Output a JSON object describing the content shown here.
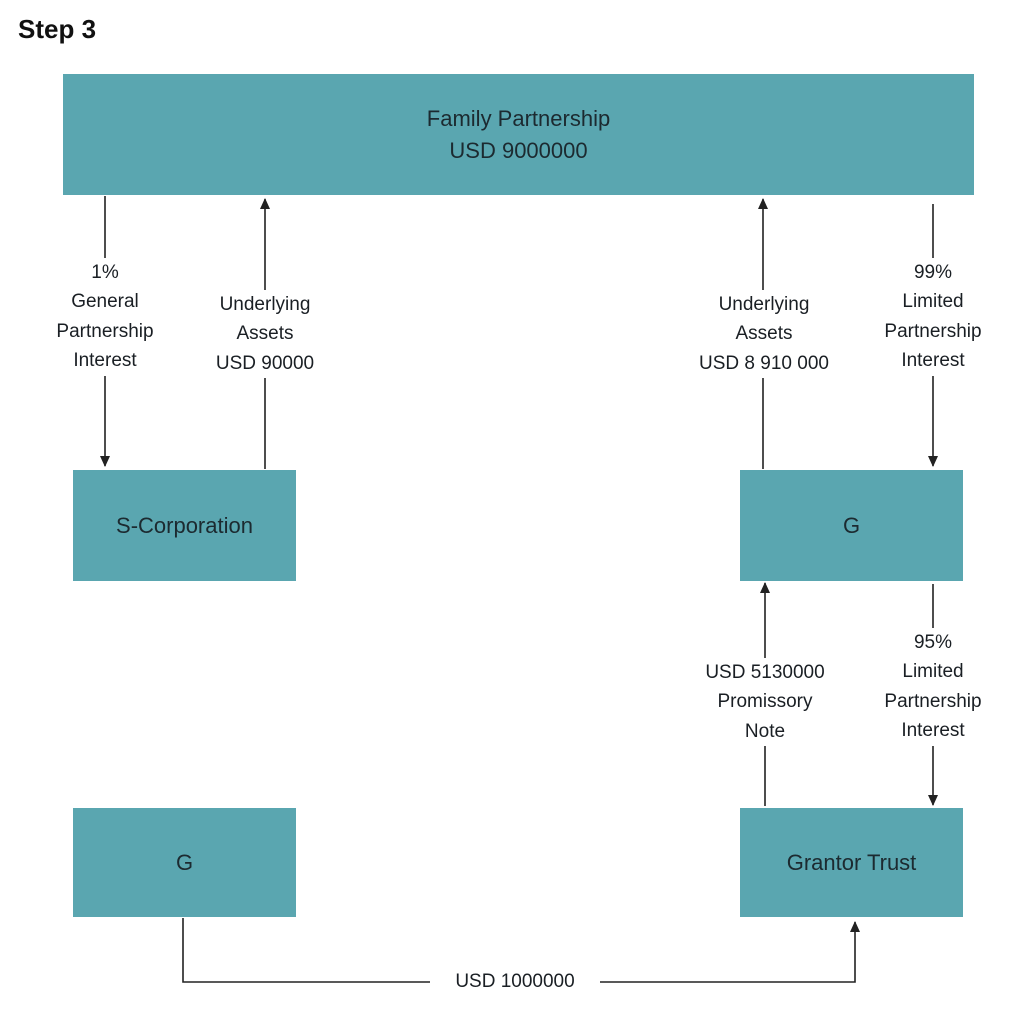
{
  "title": "Step 3",
  "nodes": {
    "family_partnership": {
      "name": "Family Partnership",
      "value": "USD 9000000"
    },
    "s_corporation": {
      "name": "S-Corporation"
    },
    "g_right": {
      "name": "G"
    },
    "g_left": {
      "name": "G"
    },
    "grantor_trust": {
      "name": "Grantor Trust"
    }
  },
  "edges": {
    "general_interest": {
      "lines": [
        "1%",
        "General",
        "Partnership",
        "Interest"
      ]
    },
    "assets_s_corp": {
      "lines": [
        "Underlying",
        "Assets",
        "USD 90000"
      ]
    },
    "assets_g": {
      "lines": [
        "Underlying",
        "Assets",
        "USD 8 910 000"
      ]
    },
    "limited_99": {
      "lines": [
        "99%",
        "Limited",
        "Partnership",
        "Interest"
      ]
    },
    "promissory_note": {
      "lines": [
        "USD 5130000",
        "Promissory",
        "Note"
      ]
    },
    "limited_95": {
      "lines": [
        "95%",
        "Limited",
        "Partnership",
        "Interest"
      ]
    },
    "cash_gift": {
      "text": "USD 1000000"
    }
  },
  "colors": {
    "box_fill": "#5aa6b0",
    "line": "#222222"
  }
}
